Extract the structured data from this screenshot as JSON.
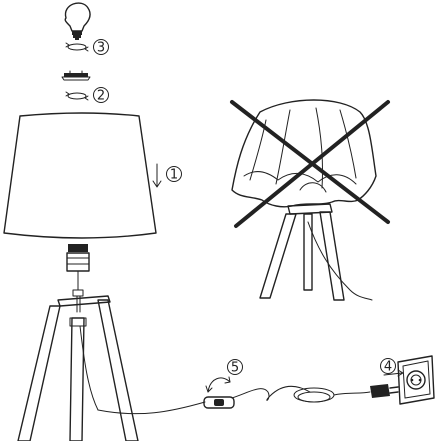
{
  "steps": [
    {
      "id": "step-1",
      "label": "1"
    },
    {
      "id": "step-2",
      "label": "2"
    },
    {
      "id": "step-3",
      "label": "3"
    },
    {
      "id": "step-4",
      "label": "4"
    },
    {
      "id": "step-5",
      "label": "5"
    }
  ],
  "colors": {
    "line": "#222222",
    "background": "#ffffff",
    "dark_part": "#222222"
  },
  "icons": {
    "do_not_cover": "crossed-out-covered-lamp-icon",
    "wall_socket": "wall-socket-icon",
    "bulb": "light-bulb-icon",
    "switch": "inline-switch-icon"
  }
}
